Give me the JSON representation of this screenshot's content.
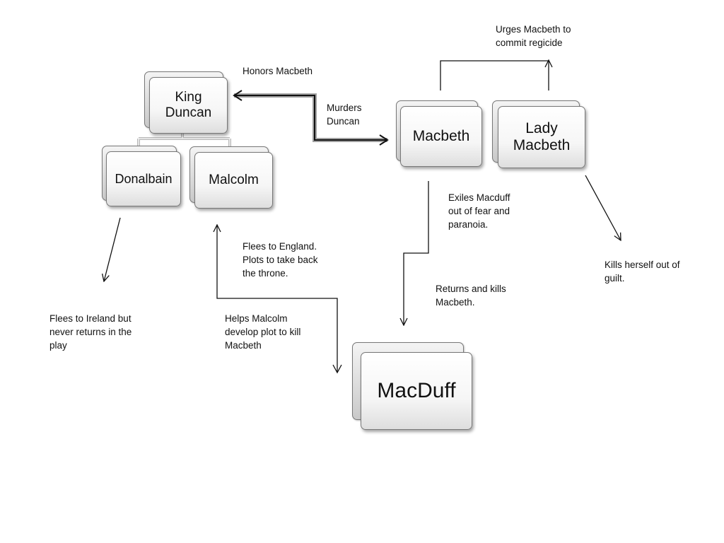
{
  "nodes": {
    "king_duncan": "King\nDuncan",
    "donalbain": "Donalbain",
    "malcolm": "Malcolm",
    "macbeth": "Macbeth",
    "lady_macbeth": "Lady\nMacbeth",
    "macduff": "MacDuff"
  },
  "annotations": {
    "honors_macbeth": "Honors Macbeth",
    "murders_duncan": "Murders\nDuncan",
    "urges_regicide": "Urges Macbeth to\ncommit regicide",
    "exiles_macduff": "Exiles Macduff\nout of fear and\nparanoia.",
    "kills_herself": "Kills herself out of\nguilt.",
    "returns_kills": "Returns and kills\nMacbeth.",
    "flees_england": "Flees to England.\nPlots to take back\nthe throne.",
    "helps_malcolm": "Helps Malcolm\ndevelop plot to kill\nMacbeth",
    "flees_ireland": "Flees to Ireland but\nnever returns in the\nplay"
  },
  "colors": {
    "line": "#111111",
    "card_border": "#777777"
  }
}
